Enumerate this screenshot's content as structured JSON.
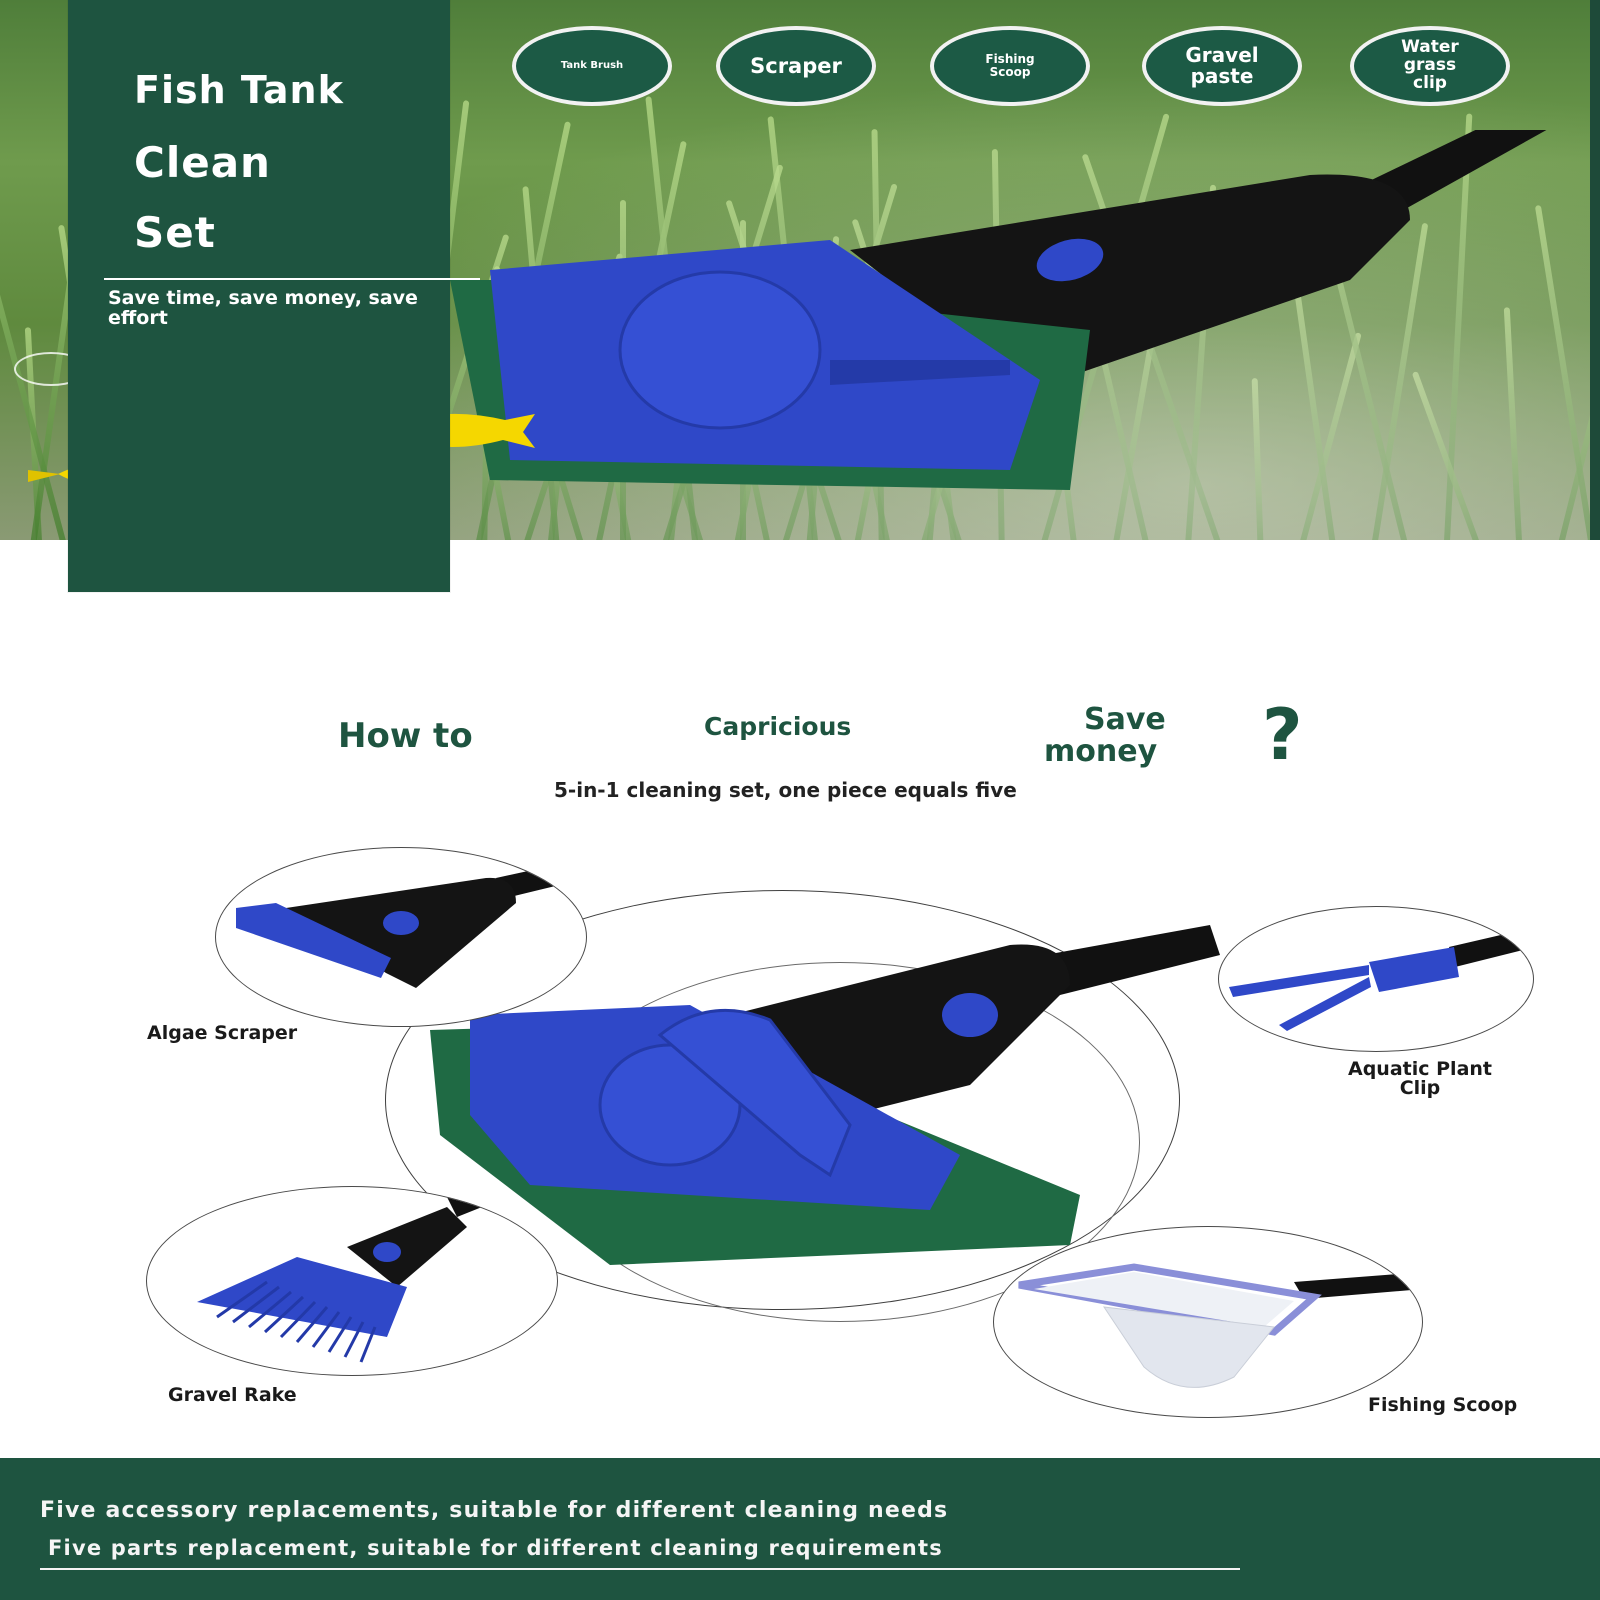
{
  "hero": {
    "title_line1": "Fish Tank",
    "title_line2": "Clean",
    "title_line3": "Set",
    "subtitle": "Save time, save money, save effort",
    "badges": [
      {
        "label": "Tank Brush"
      },
      {
        "label": "Scraper"
      },
      {
        "label": "Fishing Scoop"
      },
      {
        "label": "Gravel paste"
      },
      {
        "label": "Water grass clip"
      }
    ]
  },
  "headline": {
    "part1": "How to",
    "part2": "Capricious",
    "part3_line1": "Save",
    "part3_line2": "money",
    "question_mark": "?",
    "subtitle": "5-in-1 cleaning set, one piece equals five"
  },
  "tools": {
    "algae_scraper": "Algae Scraper",
    "aquatic_plant_clip_line1": "Aquatic Plant",
    "aquatic_plant_clip_line2": "Clip",
    "gravel_rake": "Gravel Rake",
    "fishing_scoop": "Fishing Scoop"
  },
  "footer": {
    "line1": "Five accessory replacements, suitable for different cleaning needs",
    "line2": "Five parts replacement, suitable for different cleaning requirements"
  },
  "colors": {
    "brand_green": "#1e5440",
    "tool_blue": "#2f48c8",
    "handle_black": "#141414",
    "sponge_green": "#1f6a44",
    "fish_yellow": "#f5d700"
  }
}
